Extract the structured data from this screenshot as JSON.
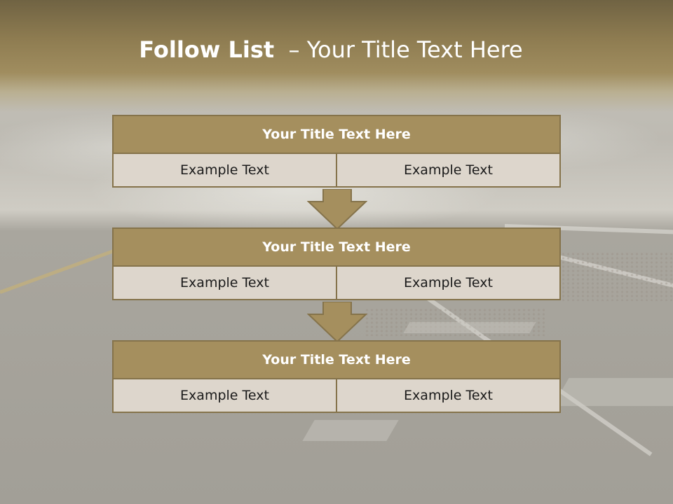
{
  "slide": {
    "title_bold": "Follow List",
    "title_rest": "  – Your Title Text Here"
  },
  "steps": [
    {
      "title": "Your Title Text Here",
      "cells": [
        "Example Text",
        "Example Text"
      ]
    },
    {
      "title": "Your Title Text Here",
      "cells": [
        "Example Text",
        "Example Text"
      ]
    },
    {
      "title": "Your Title Text Here",
      "cells": [
        "Example Text",
        "Example Text"
      ]
    }
  ],
  "colors": {
    "header": "#8e7c51",
    "box_title_fill": "#a58f5e",
    "box_border": "#85734b",
    "cell_fill": "#ddd6cc",
    "arrow_fill": "#a58f5e"
  },
  "icons": [
    "down-arrow-icon",
    "down-arrow-icon"
  ]
}
